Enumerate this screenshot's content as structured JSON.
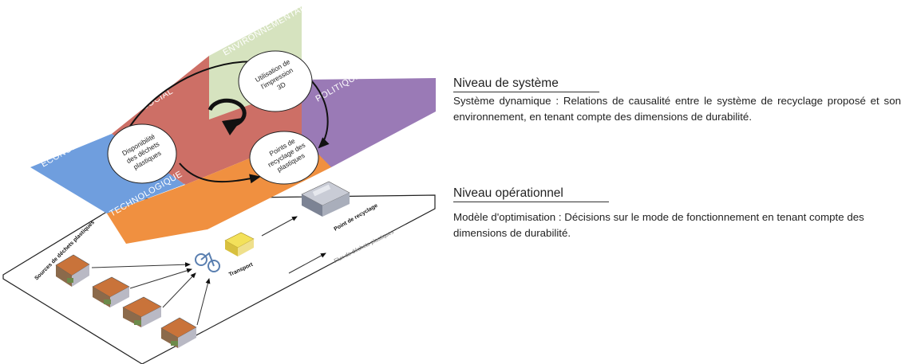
{
  "dimensions": {
    "environmental": "ENVIRONNEMENTAL",
    "social": "SOCIAL",
    "political": "POLITIQUE",
    "economic": "ÉCONOMIQUE",
    "technological": "TECHNOLOGIQUE"
  },
  "cycle_nodes": {
    "printing_3d": [
      "Utilisation de",
      "l'impression",
      "3D"
    ],
    "waste_availability": [
      "Disponibilité",
      "des déchets",
      "plastiques"
    ],
    "recycling_points": [
      "Points de",
      "recyclage des",
      "plastiques"
    ]
  },
  "operational_diagram": {
    "sources_label": "Sources de déchets plastiques",
    "transport_label": "Transport",
    "recycling_point_label": "Point de recyclage",
    "flow_label": "Flux de déchets plastiques"
  },
  "system_level": {
    "title": "Niveau de système",
    "description": "Système dynamique : Relations de causalité entre le système de recyclage proposé et son environnement, en tenant compte des dimensions de durabilité."
  },
  "operational_level": {
    "title": "Niveau opérationnel",
    "description": "Modèle d'optimisation : Décisions sur le mode de  fonctionnement en tenant compte des dimensions de durabilité."
  },
  "colors": {
    "environmental": "#d6e3bf",
    "social": "#cd6f66",
    "political": "#9a7ab6",
    "economic": "#6f9ede",
    "technological": "#f09040"
  }
}
